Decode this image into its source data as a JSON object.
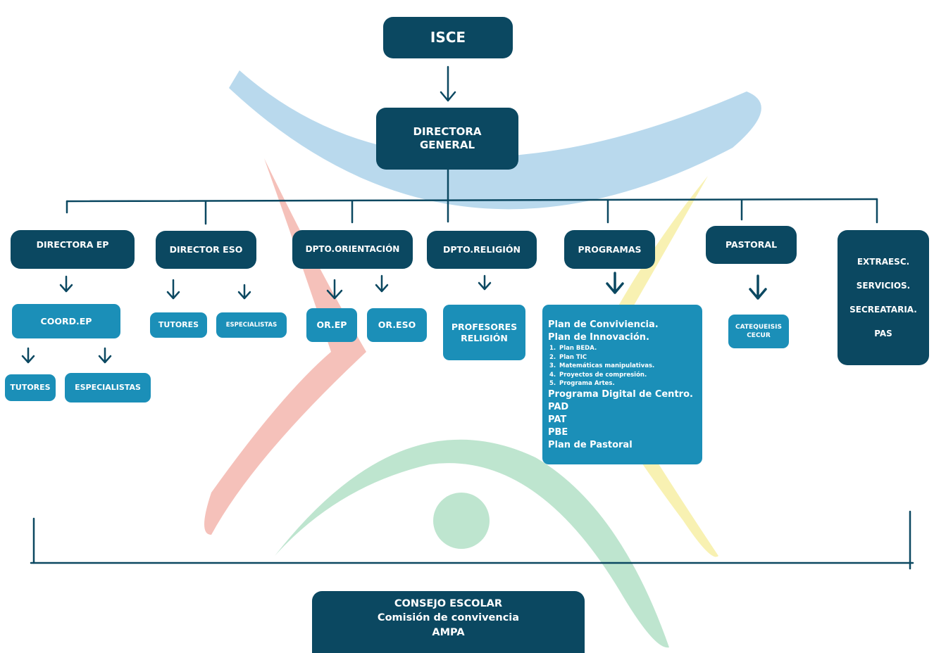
{
  "boxes": {
    "isce": "ISCE",
    "directora_general": [
      "DIRECTORA",
      "GENERAL"
    ],
    "directora_ep": "DIRECTORA EP",
    "director_eso": "DIRECTOR ESO",
    "dpto_orientacion": "DPTO.ORIENTACIÓN",
    "dpto_religion": "DPTO.RELIGIÓN",
    "programas": "PROGRAMAS",
    "pastoral": "PASTORAL",
    "coord_ep": "COORD.EP",
    "tutores_ep": "TUTORES",
    "especialistas_ep": "ESPECIALISTAS",
    "tutores_eso": "TUTORES",
    "especialistas_eso": "ESPECIALISTAS",
    "or_ep": "OR.EP",
    "or_eso": "OR.ESO",
    "profesores_religion": [
      "PROFESORES",
      "RELIGIÓN"
    ],
    "catequesis": [
      "CATEQUEISIS",
      "CECUR"
    ],
    "extraescolares": [
      "EXTRAESC.",
      "SERVICIOS.",
      "SECREATARIA.",
      "PAS"
    ],
    "consejo": [
      "CONSEJO ESCOLAR",
      "Comisión de convivencia",
      "AMPA"
    ]
  },
  "programas_list": {
    "head": [
      "Plan de Conviviencia.",
      "Plan de Innovación."
    ],
    "sub_items": [
      {
        "num": "1.",
        "label": "Plan BEDA."
      },
      {
        "num": "2.",
        "label": "Plan TIC"
      },
      {
        "num": "3.",
        "label": "Matemáticas manipulativas."
      },
      {
        "num": "4.",
        "label": "Proyectos de compresión."
      },
      {
        "num": "5.",
        "label": "Programa Artes."
      }
    ],
    "tail": [
      "Programa Digital de Centro.",
      "PAD",
      "PAT",
      "PBE",
      "Plan de Pastoral"
    ]
  },
  "colors": {
    "dark_box": "#0b4861",
    "light_box": "#1b8fb8",
    "line": "#0b4861",
    "logo_blue": "#9fcbe6",
    "logo_red": "#f2aaa0",
    "logo_yellow": "#f5ec95",
    "logo_green": "#a6dbbd"
  }
}
